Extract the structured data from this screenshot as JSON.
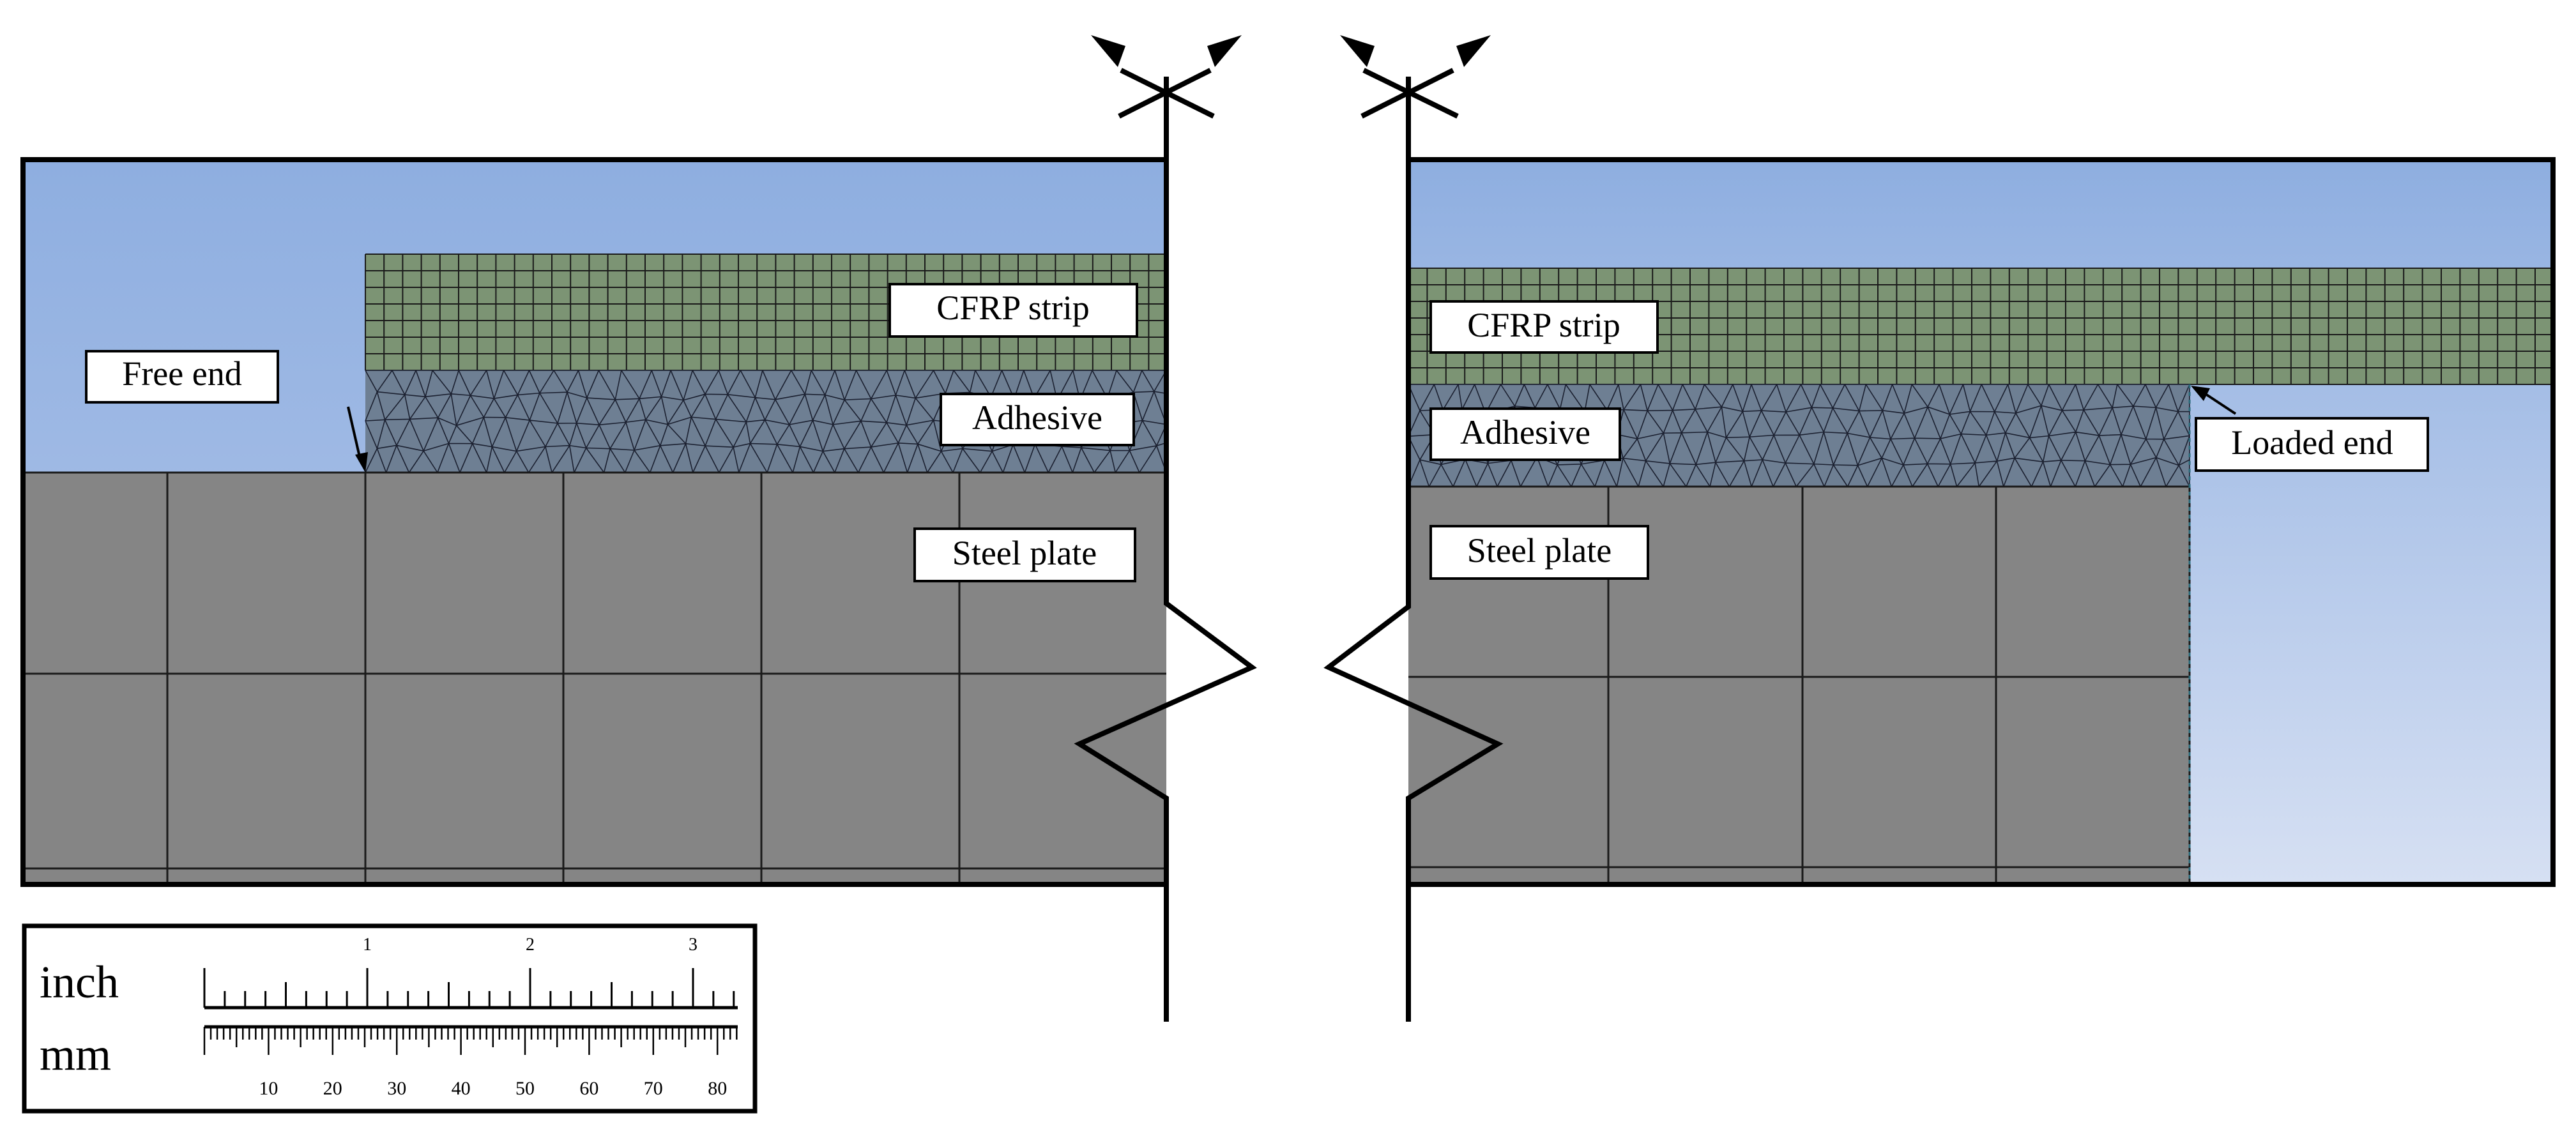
{
  "labels": {
    "free_end": "Free end",
    "cfrp_strip": "CFRP strip",
    "adhesive": "Adhesive",
    "steel_plate": "Steel plate",
    "loaded_end": "Loaded end"
  },
  "scale_bar": {
    "inch_label": "inch",
    "mm_label": "mm",
    "inch_ticks": [
      "1",
      "2",
      "3"
    ],
    "mm_ticks": [
      "10",
      "20",
      "30",
      "40",
      "50",
      "60",
      "70",
      "80"
    ]
  },
  "colors": {
    "background_top": "#8eaee0",
    "background_bottom": "#c8d6ef",
    "cfrp": "#7c9474",
    "adhesive": "#6e7f93",
    "steel": "#858585",
    "mesh_line": "#1a1a1a",
    "frame": "#000000"
  }
}
